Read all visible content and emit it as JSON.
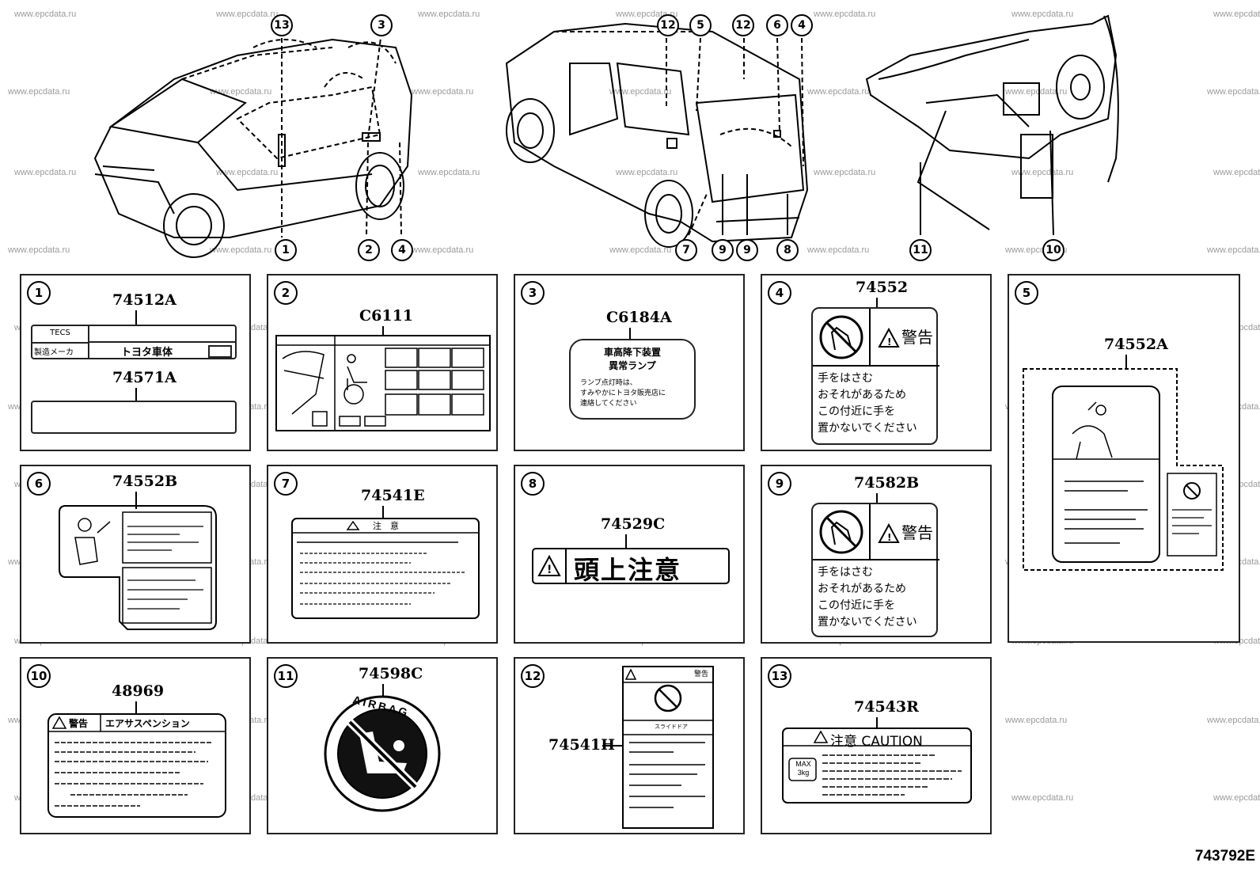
{
  "watermark": "www.epcdata.ru",
  "diagram_code": "743792E",
  "callouts": {
    "c1": "1",
    "c2": "2",
    "c3": "3",
    "c4": "4",
    "c5": "5",
    "c6": "6",
    "c7": "7",
    "c8": "8",
    "c9": "9",
    "c10": "10",
    "c11": "11",
    "c12": "12",
    "c13": "13"
  },
  "panels": [
    {
      "num": "1",
      "parts": [
        "74512A",
        "74571A"
      ],
      "label_text": {
        "row1": "TECS",
        "row2a": "製造メーカ",
        "row2b": "トヨタ車体"
      }
    },
    {
      "num": "2",
      "parts": [
        "C6111"
      ]
    },
    {
      "num": "3",
      "parts": [
        "C6184A"
      ],
      "label_text": {
        "line1": "車高降下装置",
        "line2": "異常ランプ",
        "line3": "ランプ点灯時は、",
        "line4": "すみやかにトヨタ販売店に",
        "line5": "連絡してください"
      }
    },
    {
      "num": "4",
      "parts": [
        "74552"
      ],
      "label_text": {
        "warning": "警告",
        "line1": "手をはさむ",
        "line2": "おそれがあるため",
        "line3": "この付近に手を",
        "line4": "置かないでください"
      }
    },
    {
      "num": "5",
      "parts": [
        "74552A"
      ]
    },
    {
      "num": "6",
      "parts": [
        "74552B"
      ]
    },
    {
      "num": "7",
      "parts": [
        "74541E"
      ],
      "label_text": {
        "title": "注　意"
      }
    },
    {
      "num": "8",
      "parts": [
        "74529C"
      ],
      "label_text": {
        "text": "頭上注意"
      }
    },
    {
      "num": "9",
      "parts": [
        "74582B"
      ],
      "label_text": {
        "warning": "警告",
        "line1": "手をはさむ",
        "line2": "おそれがあるため",
        "line3": "この付近に手を",
        "line4": "置かないでください"
      }
    },
    {
      "num": "10",
      "parts": [
        "48969"
      ],
      "label_text": {
        "warning": "警告",
        "title": "エアサスペンション"
      }
    },
    {
      "num": "11",
      "parts": [
        "74598C"
      ],
      "label_text": {
        "text": "AIRBAG"
      }
    },
    {
      "num": "12",
      "parts": [
        "74541H"
      ],
      "label_text": {
        "warning": "警告",
        "line1": "スライドドア"
      }
    },
    {
      "num": "13",
      "parts": [
        "74543R"
      ],
      "label_text": {
        "title": "注意 CAUTION",
        "max": "MAX",
        "weight": "3kg"
      }
    }
  ],
  "colors": {
    "line": "#000000",
    "watermark": "#9a9a9a",
    "background": "#ffffff"
  }
}
